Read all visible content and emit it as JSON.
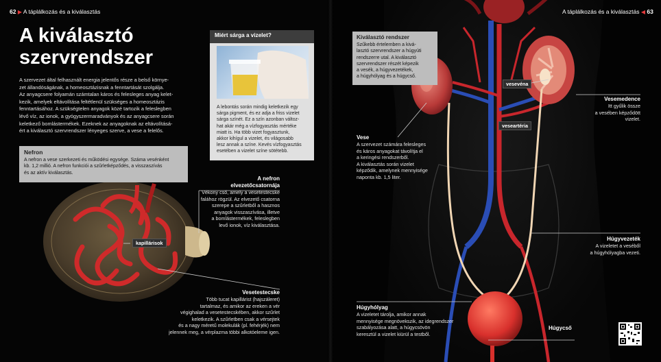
{
  "left_header": {
    "page_number": "62",
    "section": "A táplálkozás és a kiválasztás"
  },
  "right_header": {
    "page_number": "63",
    "section": "A táplálkozás és a kiválasztás"
  },
  "title_line1": "A kiválasztó",
  "title_line2": "szervrendszer",
  "intro_lines": [
    "A szervezet által felhasznált energia jelentős része a belső környe-",
    "zet állandóságának, a homeosztázisnak a fenntartását szolgálja.",
    "Az anyagcsere folyamán számtalan káros és felesleges anyag kelet-",
    "kezik, amelyek eltávolítása feltétlenül szükséges a homeosztázis",
    "fenntartásához. A szükségtelen anyagok közé tartozik a feleslegben",
    "lévő víz, az ionok, a gyógyszermaradványok és az anyagcsere során",
    "keletkező bomlástermékek. Ezeknek az anyagoknak az eltávolításá-",
    "ért a kiválasztó szervrendszer lényeges szerve, a vese a felelős."
  ],
  "nefron": {
    "heading": "Nefron",
    "lines": [
      "A nefron a vese szerkezeti és működési egysége. Száma vesénként",
      "kb. 1,2 millió. A nefron funkciói a szűrletképződés, a visszaszívás",
      "és az aktív kiválasztás."
    ]
  },
  "why_yellow": {
    "heading": "Miért sárga a vizelet?",
    "lines": [
      "A lebontás során mindig keletkezik egy",
      "sárga pigment, és ez adja a friss vizelet",
      "sárga színét. Ez a szín azonban változ-",
      "hat akár még a vízfogyasztás mértéke",
      "miatt is. Ha több vizet fogyasztunk,",
      "akkor kihígul a vizelet, és világosabb",
      "lesz annak a színe. Kevés vízfogyasztás",
      "esetében a vizelet színe sötétebb."
    ]
  },
  "nefron_duct": {
    "heading_lines": [
      "A nefron",
      "elvezetőcsatornája"
    ],
    "lines": [
      "Vékony cső, amely a vesetestecske",
      "falához rögzül. Az elvezető csatorna",
      "szerepe a szűrletből a hasznos",
      "anyagok visszaszívása, illetve",
      "a bomlástermékek, feleslegben",
      "levő ionok, víz kiválasztása."
    ]
  },
  "capillaries_tag": "kapillárisok",
  "corpuscle": {
    "heading": "Vesetestecske",
    "lines": [
      "Több tucat kapillárist (hajszáleret)",
      "tartalmaz, és amikor az ereken a vér",
      "végighalad a vesetestecskében, akkor szűrlet",
      "keletkezik. A szűrletben csak a vérsejtek",
      "és a nagy méretű molekulák (pl. fehérjék) nem",
      "jelennek meg, a vérplazma többi alkotóeleme igen."
    ]
  },
  "system_box": {
    "heading": "Kiválasztó rendszer",
    "lines": [
      "Szűkebb értelemben a kivá-",
      "lasztó szervrendszer a húgyúti",
      "rendszerre utal. A kiválasztó",
      "szervrendszer részét képezik",
      "a vesék, a húgyvezetékek,",
      "a húgyhólyag és a húgycső."
    ]
  },
  "kidney": {
    "heading": "Vese",
    "lines": [
      "A szervezet számára felesleges",
      "és káros anyagokat távolítja el",
      "a keringési rendszerből.",
      "A kiválasztás során vizelet",
      "képződik, amelynek mennyisége",
      "naponta kb. 1,5 liter."
    ]
  },
  "renal_vein_tag": "vesevéna",
  "renal_artery_tag": "veseartéria",
  "pelvis": {
    "heading": "Vesemedence",
    "lines": [
      "Itt gyűlik össze",
      "a vesében képződött",
      "vizelet."
    ]
  },
  "ureter": {
    "heading": "Húgyvezeték",
    "lines": [
      "A vizeletet a veséből",
      "a húgyhólyagba vezeti."
    ]
  },
  "bladder": {
    "heading": "Húgyhólyag",
    "lines": [
      "A vizeletet tárolja, amikor annak",
      "mennyisége megnövekszik, az idegrendszer",
      "szabályozása alatt, a húgycsövön",
      "keresztül a vizelet kiürül a testből."
    ]
  },
  "urethra_label": "Húgycső",
  "colors": {
    "accent_red": "#e2393a",
    "vein_blue": "#2a4db5",
    "artery_red": "#c8262c",
    "box_gray": "#bdbdbd",
    "why_header": "#3d3d3d"
  },
  "icons": [
    "triangle-right-icon",
    "triangle-left-icon",
    "qr-code-icon"
  ]
}
